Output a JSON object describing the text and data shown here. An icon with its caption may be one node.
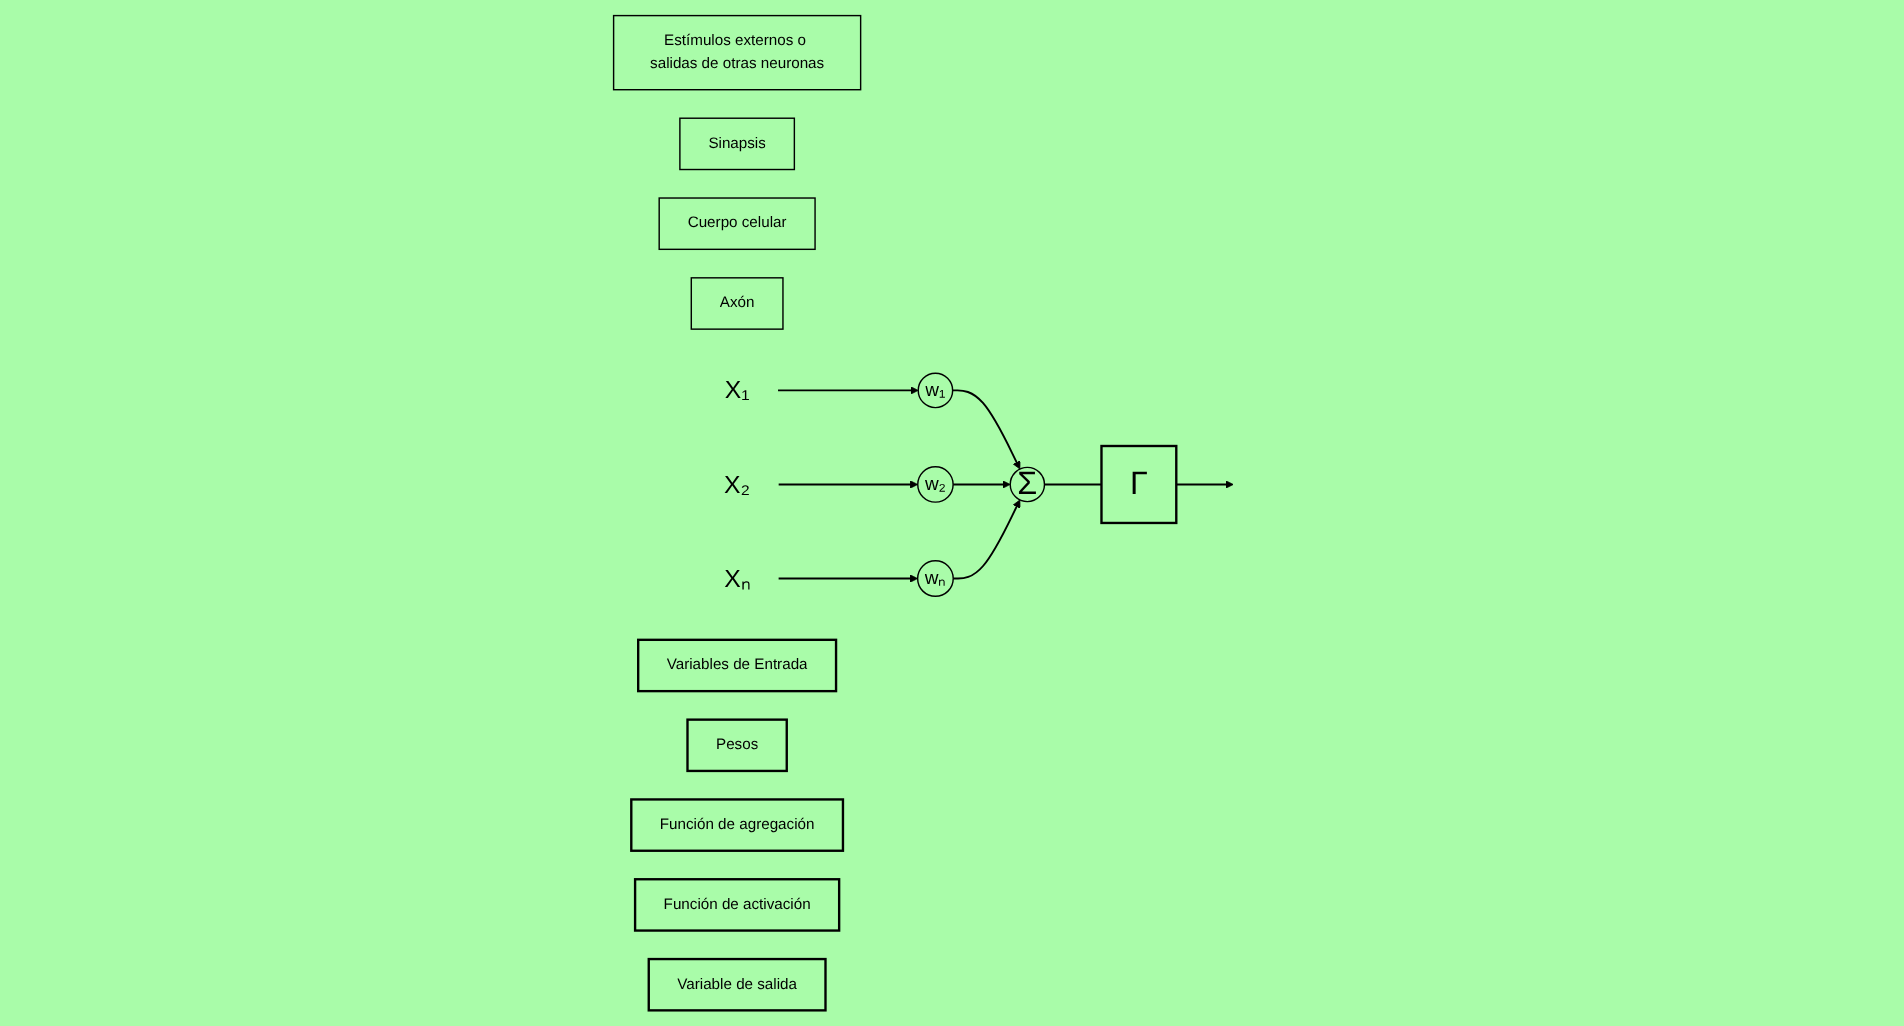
{
  "diagram": {
    "nodes": [
      {
        "text": [
          "Estímulos externos o salidas de otras neuronas"
        ]
      },
      {
        "text": [
          "Sinapsis"
        ]
      },
      {
        "text": [
          "Cuerpo celular"
        ]
      },
      {
        "text": [
          "Axón"
        ]
      },
      {
        "text": [
          "X₁"
        ]
      },
      {
        "text": [
          "X₂"
        ]
      },
      {
        "text": [
          "Xₙ"
        ]
      },
      {
        "text": [
          "w₁"
        ]
      },
      {
        "text": [
          "w₂"
        ]
      },
      {
        "text": [
          "wₙ"
        ]
      },
      {
        "text": [
          "Σ"
        ]
      },
      {
        "text": [
          "Γ"
        ]
      },
      {
        "text": [
          "Variables de Entrada"
        ]
      },
      {
        "text": [
          "Pesos"
        ]
      },
      {
        "text": [
          "Función de agregación"
        ]
      },
      {
        "text": [
          "Función de activación"
        ]
      },
      {
        "text": [
          "Variable de salida"
        ]
      }
    ],
    "edges": [
      {
        "from": 4,
        "to": 7,
        "arrow": "to"
      },
      {
        "from": 5,
        "to": 8,
        "arrow": "to"
      },
      {
        "from": 6,
        "to": 9,
        "arrow": "to"
      },
      {
        "from": 7,
        "to": 10,
        "arrow": "to"
      },
      {
        "from": 8,
        "to": 10,
        "arrow": "to"
      },
      {
        "from": 9,
        "to": 10,
        "arrow": "to"
      },
      {
        "from": 10,
        "to": 11,
        "arrow": "none"
      },
      {
        "from": 11,
        "to": null,
        "arrow": "to"
      }
    ]
  }
}
